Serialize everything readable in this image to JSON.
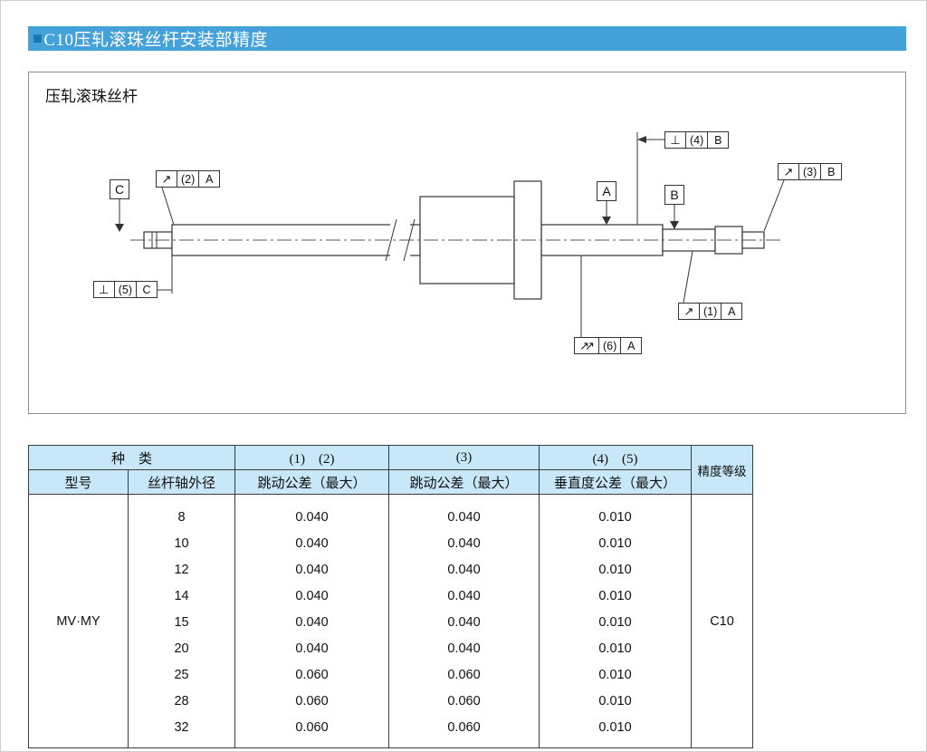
{
  "colors": {
    "title_bar_bg": "#44a1d9",
    "title_marker": "#1c76ae",
    "table_header_bg": "#c8e7f8",
    "line_color": "#3c3c3c"
  },
  "title_bar": {
    "marker": "■",
    "title": "C10压轧滚珠丝杆安装部精度"
  },
  "diagram": {
    "caption": "压轧滚珠丝杆",
    "datums": [
      "C",
      "A",
      "B"
    ],
    "fcf": [
      {
        "symbol": "↗",
        "ref": "(1)",
        "datum": "A"
      },
      {
        "symbol": "↗",
        "ref": "(2)",
        "datum": "A"
      },
      {
        "symbol": "↗",
        "ref": "(3)",
        "datum": "B"
      },
      {
        "symbol": "⊥",
        "ref": "(4)",
        "datum": "B"
      },
      {
        "symbol": "⊥",
        "ref": "(5)",
        "datum": "C"
      },
      {
        "symbol": "↗↗",
        "ref": "(6)",
        "datum": "A"
      }
    ]
  },
  "table": {
    "header": {
      "kind": "种　类",
      "model": "型号",
      "diameter": "丝杆轴外径",
      "col12": "(1)　(2)",
      "col3": "(3)",
      "col45": "(4)　(5)",
      "runout_max": "跳动公差（最大）",
      "perp_max": "垂直度公差（最大）",
      "grade": "精度等级"
    },
    "model": "MV·MY",
    "grade": "C10",
    "rows": [
      {
        "dia": "8",
        "v12": "0.040",
        "v3": "0.040",
        "v45": "0.010"
      },
      {
        "dia": "10",
        "v12": "0.040",
        "v3": "0.040",
        "v45": "0.010"
      },
      {
        "dia": "12",
        "v12": "0.040",
        "v3": "0.040",
        "v45": "0.010"
      },
      {
        "dia": "14",
        "v12": "0.040",
        "v3": "0.040",
        "v45": "0.010"
      },
      {
        "dia": "15",
        "v12": "0.040",
        "v3": "0.040",
        "v45": "0.010"
      },
      {
        "dia": "20",
        "v12": "0.040",
        "v3": "0.040",
        "v45": "0.010"
      },
      {
        "dia": "25",
        "v12": "0.060",
        "v3": "0.060",
        "v45": "0.010"
      },
      {
        "dia": "28",
        "v12": "0.060",
        "v3": "0.060",
        "v45": "0.010"
      },
      {
        "dia": "32",
        "v12": "0.060",
        "v3": "0.060",
        "v45": "0.010"
      }
    ]
  }
}
